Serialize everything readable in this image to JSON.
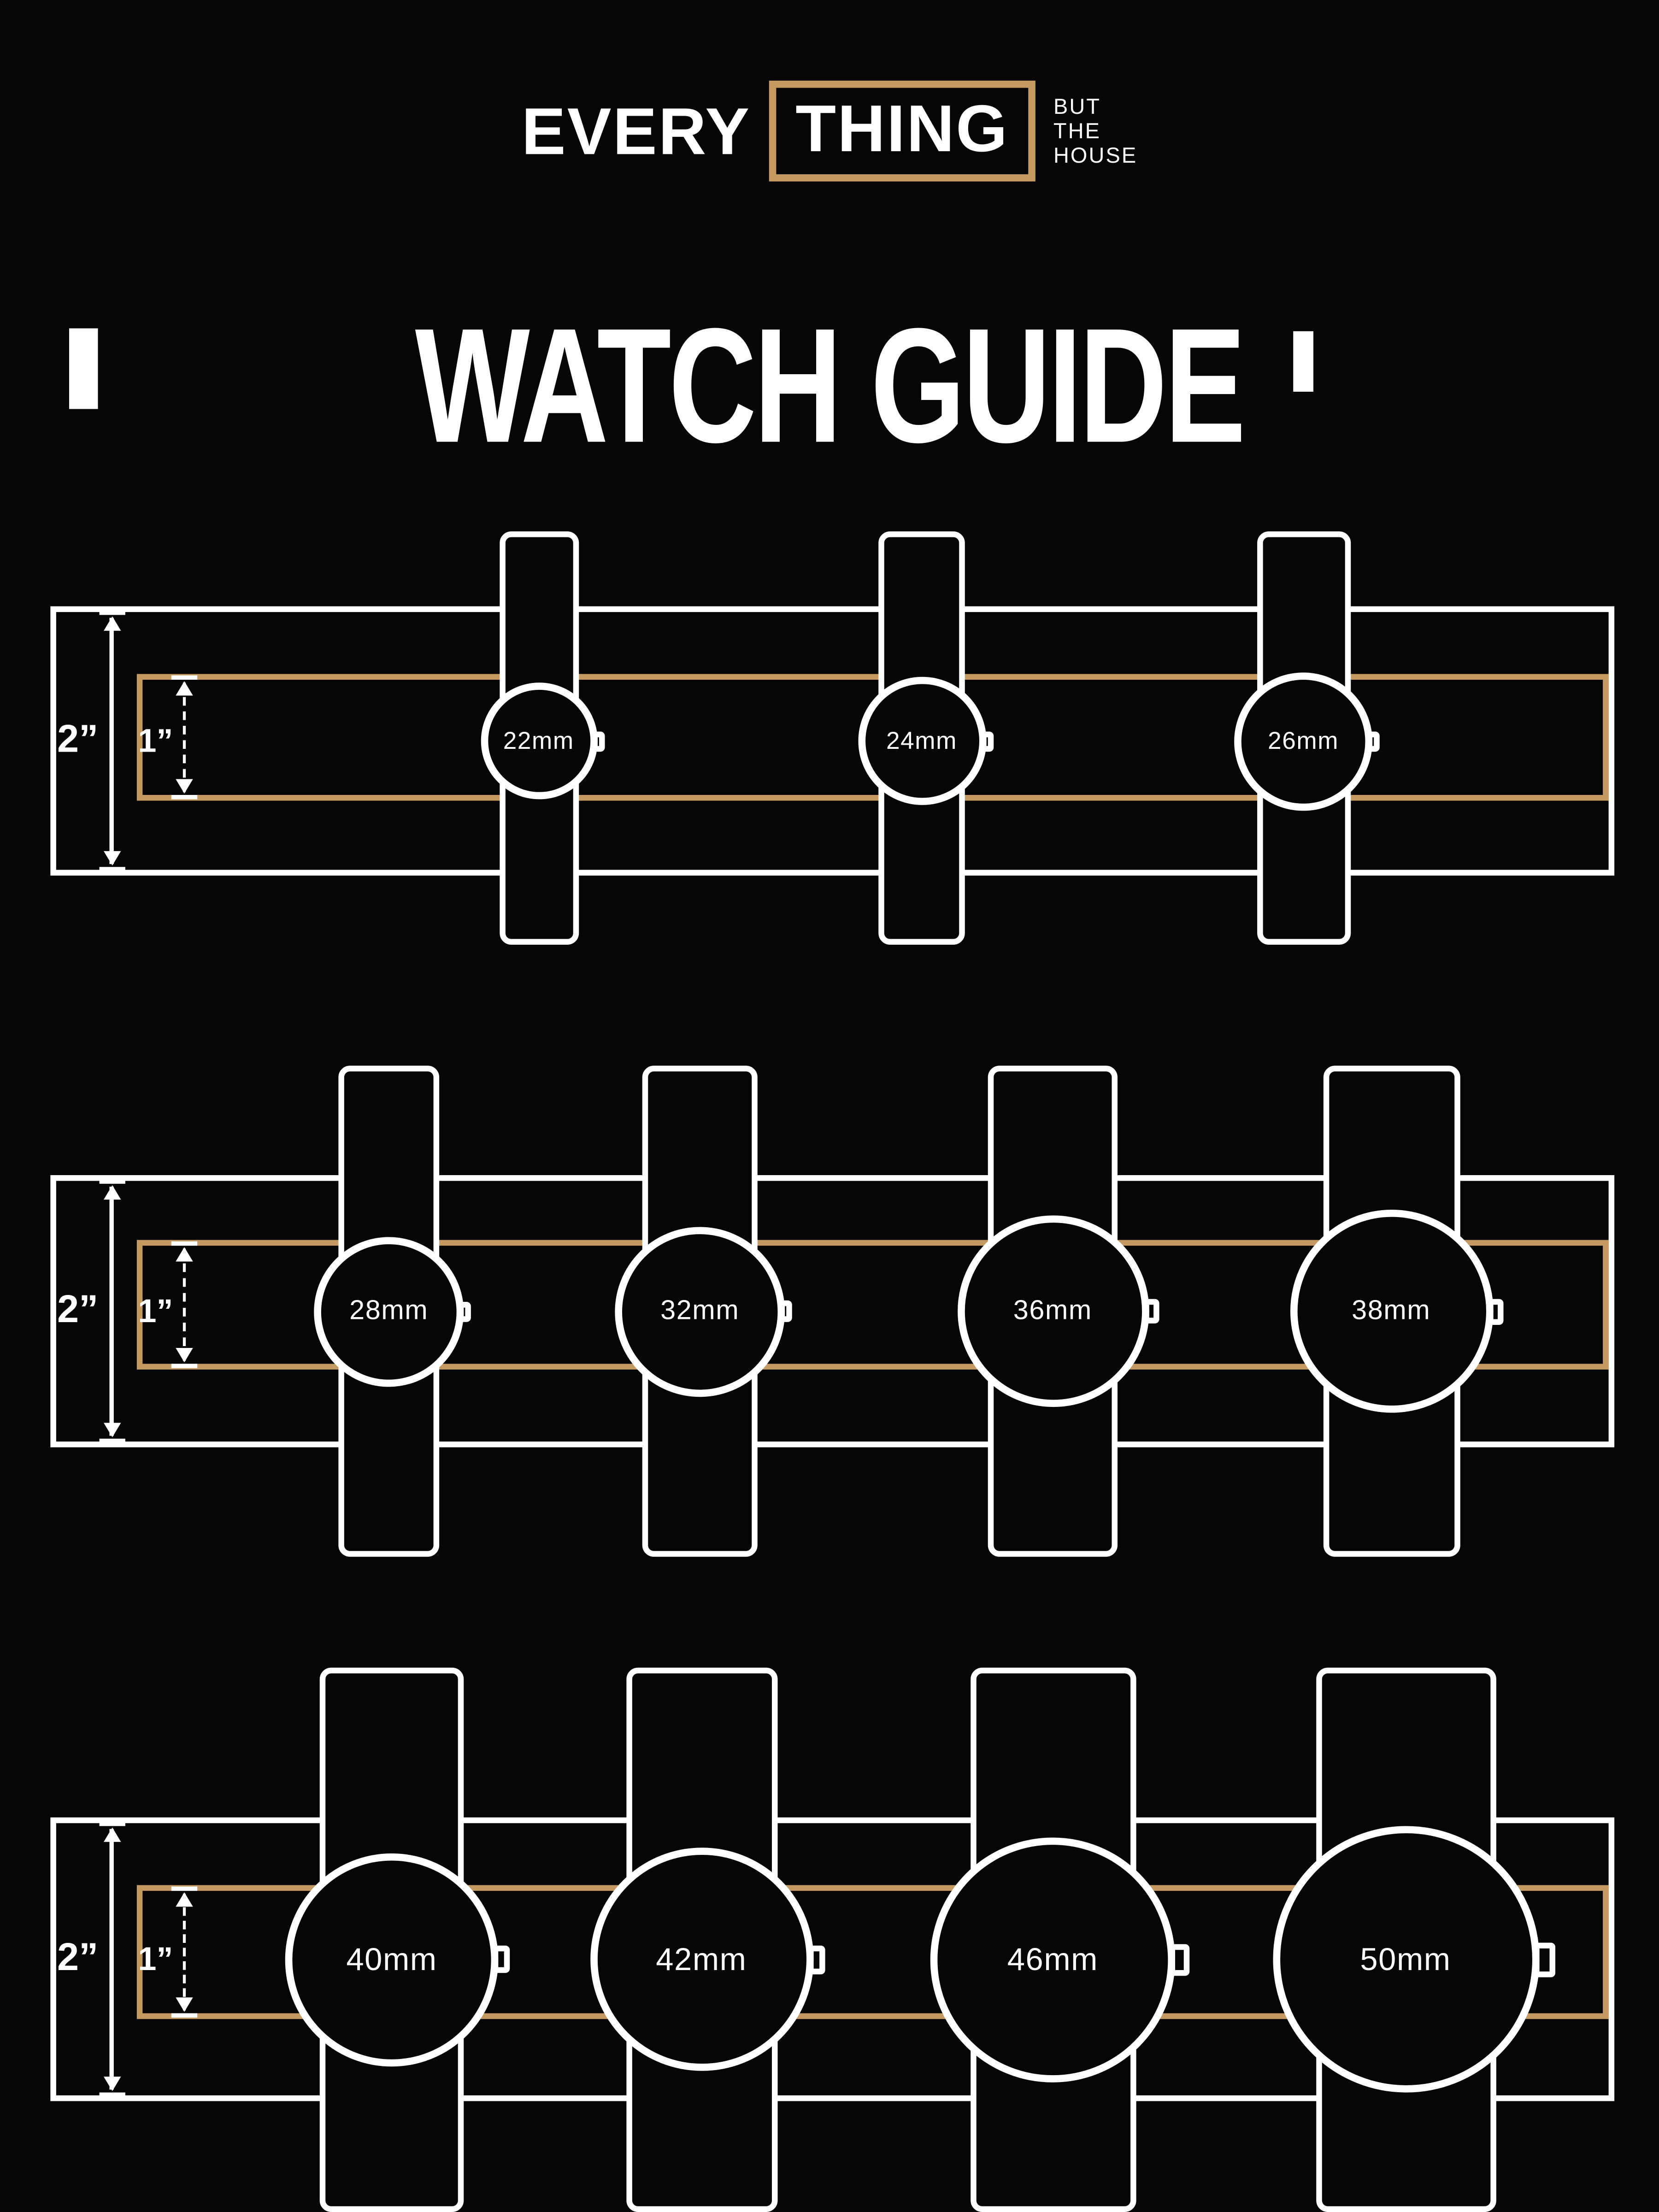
{
  "page": {
    "background_color": "#060606",
    "foreground_color": "#FFFFFF",
    "accent_color": "#C49A62"
  },
  "logo": {
    "word_left": "EVERY",
    "word_boxed": "THING",
    "tagline": [
      "BUT",
      "THE",
      "HOUSE"
    ]
  },
  "title": "WATCH GUIDE",
  "size_rows": [
    {
      "outer_dimension_label": "2”",
      "inner_dimension_label": "1”",
      "watch_sizes": [
        "22mm",
        "24mm",
        "26mm"
      ]
    },
    {
      "outer_dimension_label": "2”",
      "inner_dimension_label": "1”",
      "watch_sizes": [
        "28mm",
        "32mm",
        "36mm",
        "38mm"
      ]
    },
    {
      "outer_dimension_label": "2”",
      "inner_dimension_label": "1”",
      "watch_sizes": [
        "40mm",
        "42mm",
        "46mm",
        "50mm"
      ]
    }
  ]
}
